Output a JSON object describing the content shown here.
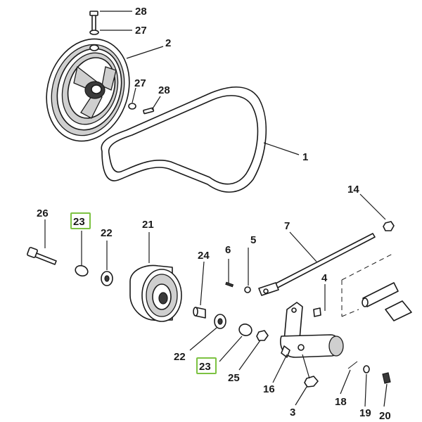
{
  "callouts": {
    "p1": "1",
    "p2": "2",
    "p3": "3",
    "p4": "4",
    "p5": "5",
    "p6": "6",
    "p7": "7",
    "p14": "14",
    "p16": "16",
    "p18": "18",
    "p19": "19",
    "p20": "20",
    "p21": "21",
    "p22a": "22",
    "p22b": "22",
    "p23a": "23",
    "p23b": "23",
    "p24": "24",
    "p25": "25",
    "p26": "26",
    "p27a": "27",
    "p27b": "27",
    "p28a": "28",
    "p28b": "28"
  },
  "highlight_color": "#7cc242"
}
